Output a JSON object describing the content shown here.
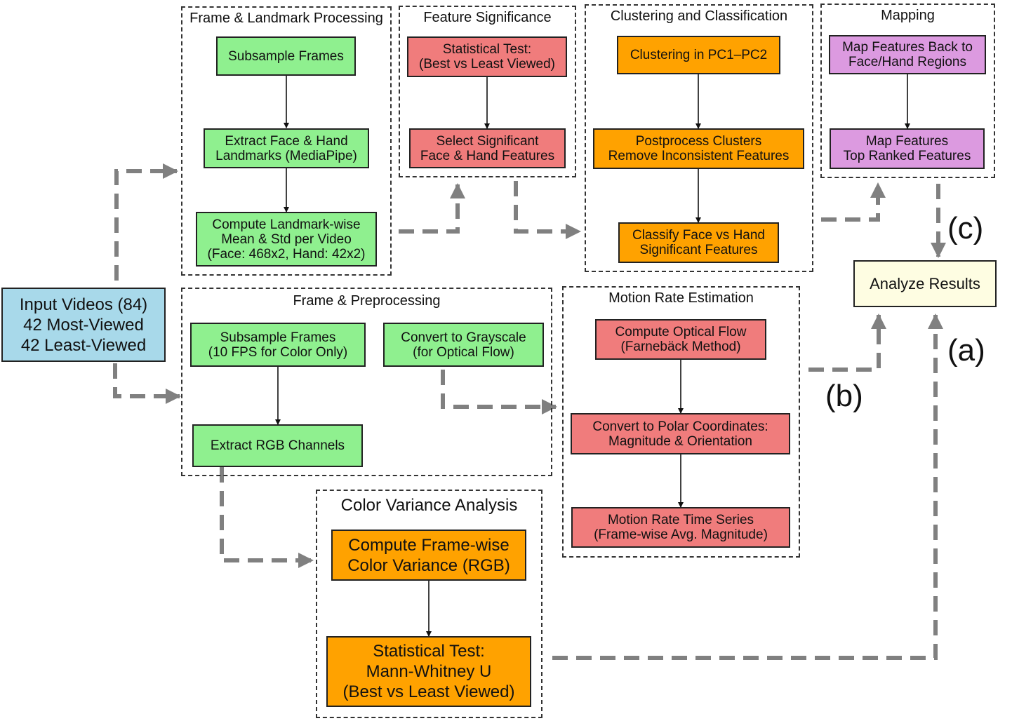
{
  "groups": {
    "landmark": "Frame & Landmark Processing",
    "significance": "Feature Significance",
    "clustering": "Clustering and Classification",
    "mapping": "Mapping",
    "preprocessing": "Frame & Preprocessing",
    "motion": "Motion Rate Estimation",
    "color": "Color Variance Analysis"
  },
  "nodes": {
    "input": [
      "Input Videos (84)",
      "42 Most-Viewed",
      "42 Least-Viewed"
    ],
    "subsample_frames": [
      "Subsample Frames"
    ],
    "extract_landmarks": [
      "Extract Face & Hand",
      "Landmarks (MediaPipe)"
    ],
    "compute_landmark_stats": [
      "Compute Landmark-wise",
      "Mean & Std per Video",
      "(Face: 468x2, Hand: 42x2)"
    ],
    "stat_test_features": [
      "Statistical Test:",
      "(Best vs Least Viewed)"
    ],
    "select_significant": [
      "Select Significant",
      "Face & Hand Features"
    ],
    "clustering_pc": [
      "Clustering in PC1–PC2"
    ],
    "postprocess_clusters": [
      "Postprocess Clusters",
      "Remove Inconsistent Features"
    ],
    "classify_features": [
      "Classify Face vs Hand",
      "Significant Features"
    ],
    "map_back": [
      "Map Features Back to",
      "Face/Hand Regions"
    ],
    "map_top": [
      "Map Features",
      "Top Ranked Features"
    ],
    "analyze_results": [
      "Analyze Results"
    ],
    "subsample_10fps": [
      "Subsample Frames",
      "(10 FPS for Color Only)"
    ],
    "grayscale": [
      "Convert to Grayscale",
      "(for Optical Flow)"
    ],
    "extract_rgb": [
      "Extract RGB Channels"
    ],
    "optical_flow": [
      "Compute Optical Flow",
      "(Farnebäck Method)"
    ],
    "polar": [
      "Convert to Polar Coordinates:",
      "Magnitude & Orientation"
    ],
    "motion_series": [
      "Motion Rate Time Series",
      "(Frame-wise Avg. Magnitude)"
    ],
    "color_variance": [
      "Compute Frame-wise",
      "Color Variance (RGB)"
    ],
    "mann_whitney": [
      "Statistical Test:",
      "Mann-Whitney U",
      "(Best vs Least Viewed)"
    ]
  },
  "path_labels": {
    "a": "(a)",
    "b": "(b)",
    "c": "(c)"
  },
  "colors": {
    "green": "#8ff08f",
    "red": "#f07c7c",
    "orange": "#ffa200",
    "purple": "#dc9ae0",
    "blue": "#a8d9ea",
    "cream": "#fefde2",
    "dashed_arrow": "#808080"
  }
}
